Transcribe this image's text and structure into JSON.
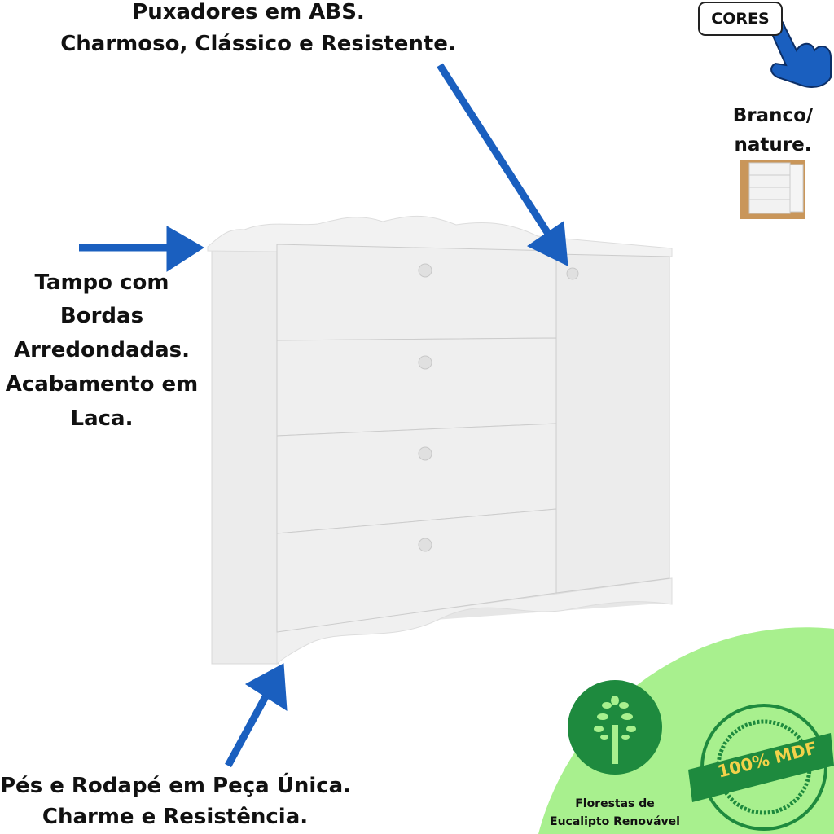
{
  "top_caption": {
    "line1": "Puxadores em ABS.",
    "line2": "Charmoso, Clássico e Resistente."
  },
  "left_caption": {
    "lines": [
      "Tampo com",
      "Bordas",
      "Arredondadas.",
      "Acabamento em",
      "Laca."
    ]
  },
  "bottom_caption": {
    "line1": "Pés e Rodapé em Peça Única.",
    "line2": "Charme e Resistência."
  },
  "colors_panel": {
    "button_label": "CORES",
    "option_line1": "Branco/",
    "option_line2": "nature."
  },
  "badges": {
    "forest_line1": "Florestas de",
    "forest_line2": "Eucalipto Renovável",
    "mdf": "100% MDF"
  },
  "palette": {
    "arrow": "#1a5fbf",
    "green_bg": "#a8f08e",
    "green_dark": "#1e8a3e",
    "mdf_text": "#f2d24a"
  }
}
